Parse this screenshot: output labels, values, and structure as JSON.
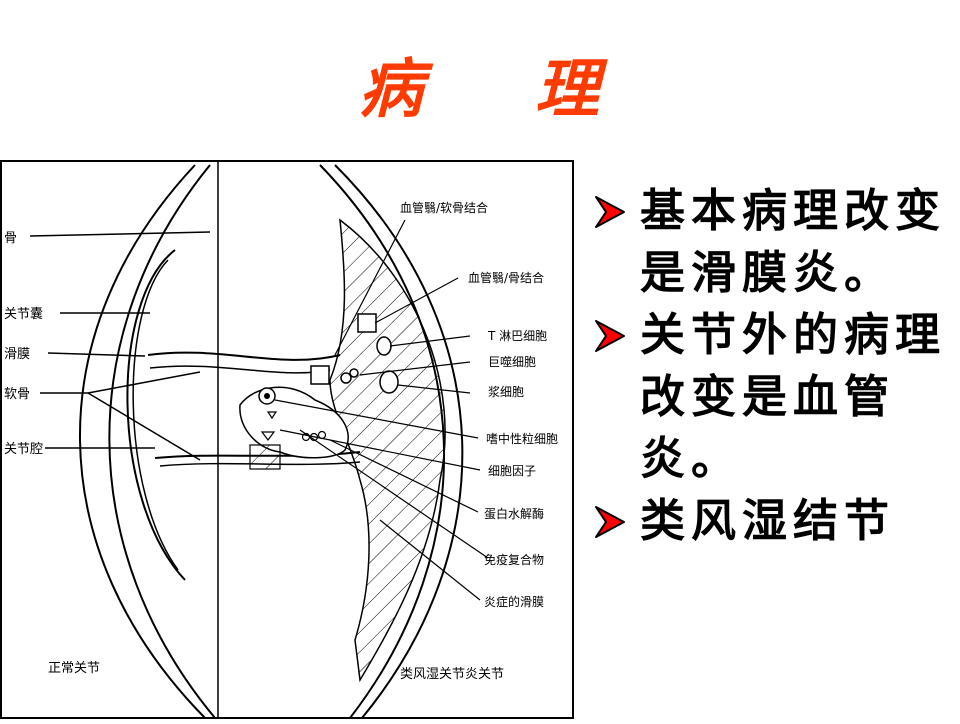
{
  "title": {
    "char1": "病",
    "char2": "理"
  },
  "figure": {
    "left_labels": {
      "bone": "骨",
      "capsule": "关节囊",
      "synovium": "滑膜",
      "cartilage": "软骨",
      "cavity": "关节腔"
    },
    "right_labels": {
      "pannus_cartilage": "血管翳/软骨结合",
      "pannus_bone": "血管翳/骨结合",
      "t_cell": "T 淋巴细胞",
      "macrophage": "巨噬细胞",
      "plasma": "浆细胞",
      "neutrophil": "嗜中性粒细胞",
      "cytokine": "细胞因子",
      "protease": "蛋白水解酶",
      "immune_complex": "免疫复合物",
      "inflamed_synovium": "炎症的滑膜"
    },
    "caption_left": "正常关节",
    "caption_right": "类风湿关节炎关节"
  },
  "bullets": [
    {
      "lines": [
        "基本病理改变",
        "是滑膜炎。"
      ]
    },
    {
      "lines": [
        "关节外的病理",
        "改变是血管",
        "炎。"
      ]
    },
    {
      "lines": [
        "类风湿结节"
      ]
    }
  ],
  "colors": {
    "title": "#ff3b00",
    "arrow_fill": "#ff0000",
    "arrow_stroke": "#000000"
  }
}
